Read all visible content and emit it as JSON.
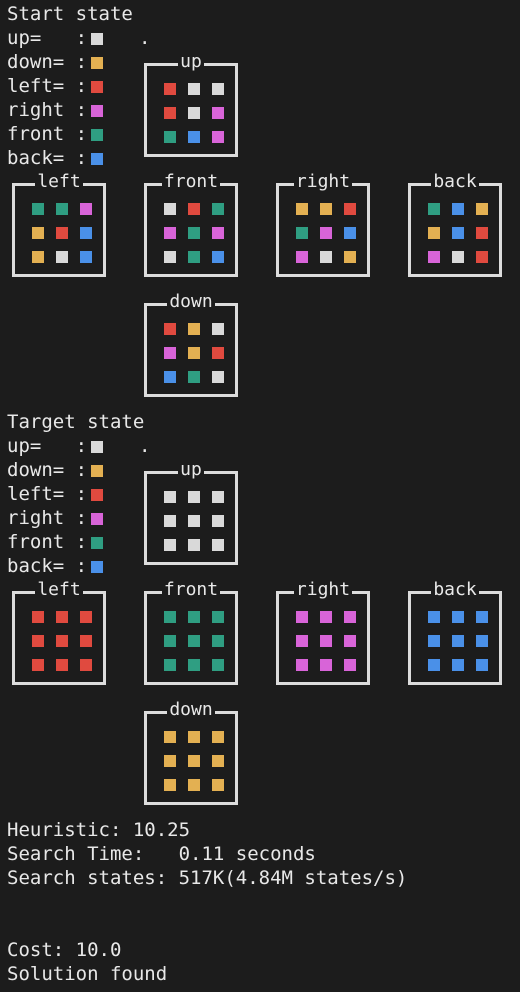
{
  "colors": {
    "W": "#d9d9d9",
    "Y": "#e3b052",
    "R": "#e04a3f",
    "M": "#d864d8",
    "G": "#2f9e82",
    "B": "#4a90e8"
  },
  "start": {
    "title": "Start state",
    "legend": [
      {
        "label": "up=   :",
        "color": "W"
      },
      {
        "label": "down= :",
        "color": "Y"
      },
      {
        "label": "left= :",
        "color": "R"
      },
      {
        "label": "right :",
        "color": "M"
      },
      {
        "label": "front :",
        "color": "G"
      },
      {
        "label": "back= :",
        "color": "B"
      }
    ],
    "dot": ".",
    "faces": {
      "up": {
        "label": "up",
        "cells": [
          "R",
          "W",
          "W",
          "R",
          "W",
          "M",
          "G",
          "B",
          "M"
        ]
      },
      "left": {
        "label": "left",
        "cells": [
          "G",
          "G",
          "M",
          "Y",
          "R",
          "B",
          "Y",
          "W",
          "B"
        ]
      },
      "front": {
        "label": "front",
        "cells": [
          "W",
          "R",
          "G",
          "M",
          "G",
          "M",
          "W",
          "G",
          "B"
        ]
      },
      "right": {
        "label": "right",
        "cells": [
          "Y",
          "Y",
          "R",
          "G",
          "M",
          "B",
          "M",
          "W",
          "Y"
        ]
      },
      "back": {
        "label": "back",
        "cells": [
          "G",
          "B",
          "Y",
          "Y",
          "B",
          "R",
          "M",
          "W",
          "R"
        ]
      },
      "down": {
        "label": "down",
        "cells": [
          "R",
          "Y",
          "W",
          "M",
          "Y",
          "R",
          "B",
          "G",
          "W"
        ]
      }
    }
  },
  "target": {
    "title": "Target state",
    "legend": [
      {
        "label": "up=   :",
        "color": "W"
      },
      {
        "label": "down= :",
        "color": "Y"
      },
      {
        "label": "left= :",
        "color": "R"
      },
      {
        "label": "right :",
        "color": "M"
      },
      {
        "label": "front :",
        "color": "G"
      },
      {
        "label": "back= :",
        "color": "B"
      }
    ],
    "dot": ".",
    "faces": {
      "up": {
        "label": "up",
        "cells": [
          "W",
          "W",
          "W",
          "W",
          "W",
          "W",
          "W",
          "W",
          "W"
        ]
      },
      "left": {
        "label": "left",
        "cells": [
          "R",
          "R",
          "R",
          "R",
          "R",
          "R",
          "R",
          "R",
          "R"
        ]
      },
      "front": {
        "label": "front",
        "cells": [
          "G",
          "G",
          "G",
          "G",
          "G",
          "G",
          "G",
          "G",
          "G"
        ]
      },
      "right": {
        "label": "right",
        "cells": [
          "M",
          "M",
          "M",
          "M",
          "M",
          "M",
          "M",
          "M",
          "M"
        ]
      },
      "back": {
        "label": "back",
        "cells": [
          "B",
          "B",
          "B",
          "B",
          "B",
          "B",
          "B",
          "B",
          "B"
        ]
      },
      "down": {
        "label": "down",
        "cells": [
          "Y",
          "Y",
          "Y",
          "Y",
          "Y",
          "Y",
          "Y",
          "Y",
          "Y"
        ]
      }
    }
  },
  "stats": {
    "heuristic": "Heuristic: 10.25",
    "search_time": "Search Time:   0.11 seconds",
    "search_states": "Search states: 517K(4.84M states/s)",
    "cost": "Cost: 10.0",
    "result": "Solution found"
  }
}
